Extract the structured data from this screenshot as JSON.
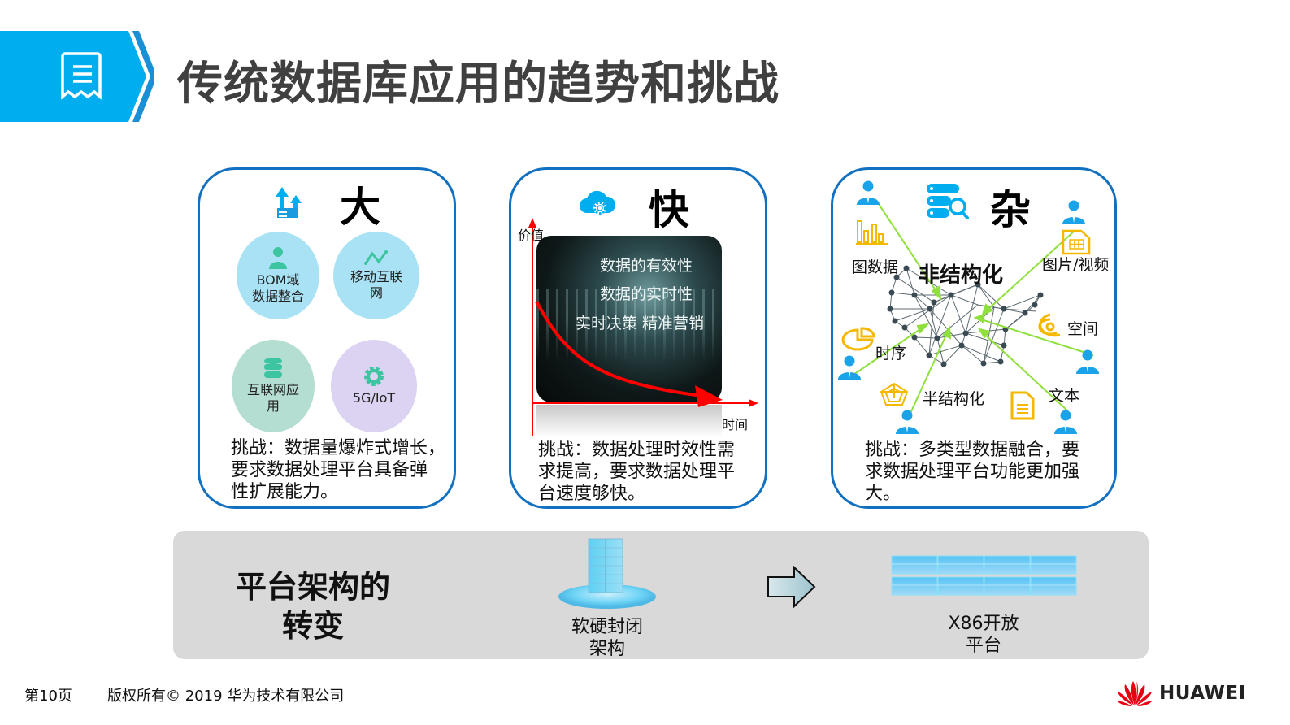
{
  "header": {
    "title": "传统数据库应用的趋势和挑战",
    "icon": "document-list-icon",
    "banner_color": "#00AEEF"
  },
  "cards": {
    "big": {
      "title": "大",
      "title_icon": "growth-chart-arrows-icon",
      "items": [
        {
          "label": "BOM域\n数据整合",
          "line1": "BOM域",
          "line2": "数据整合",
          "icon": "person-icon",
          "color": "#A8E2F4"
        },
        {
          "label": "移动互联网",
          "line1": "移动互联",
          "line2": "网",
          "icon": "trend-line-icon",
          "color": "#A8E2F4"
        },
        {
          "label": "互联网应用",
          "line1": "互联网应",
          "line2": "用",
          "icon": "database-icon",
          "color": "#B4DED2"
        },
        {
          "label": "5G/IoT",
          "line1": "5G/IoT",
          "line2": "",
          "icon": "gear-icon",
          "color": "#DCD2F2"
        }
      ],
      "challenge": "挑战：数据量爆炸式增长，要求数据处理平台具备弹性扩展能力。",
      "challenge_lines": [
        "挑战：数据量爆炸式增长，",
        "要求数据处理平台具备弹",
        "性扩展能力。"
      ]
    },
    "fast": {
      "title": "快",
      "title_icon": "cloud-gear-icon",
      "y_axis_label": "价值",
      "x_axis_label": "时间",
      "image_text": [
        "数据的有效性",
        "数据的实时性",
        "实时决策   精准营销"
      ],
      "challenge": "挑战：数据处理时效性需求提高，要求数据处理平台速度够快。",
      "challenge_lines": [
        "挑战：数据处理时效性需",
        "求提高，要求数据处理平",
        "台速度够快。"
      ]
    },
    "complex": {
      "title": "杂",
      "title_icon": "server-search-icon",
      "center_label": "非结构化",
      "data_types": [
        "图数据",
        "图片/视频",
        "空间",
        "时序",
        "半结构化",
        "文本"
      ],
      "challenge": "挑战：多类型数据融合，要求数据处理平台功能更加强大。",
      "challenge_lines": [
        "挑战：多类型数据融合，要",
        "求数据处理平台功能更加强",
        "大。"
      ]
    }
  },
  "architecture": {
    "title_lines": [
      "平台架构的",
      "转变"
    ],
    "from_lines": [
      "软硬封闭",
      "架构"
    ],
    "to_lines": [
      "X86开放",
      "平台"
    ],
    "arrow_icon": "right-arrow-icon"
  },
  "footer": {
    "page": "第10页",
    "copyright": "版权所有© 2019 华为技术有限公司",
    "logo_text": "HUAWEI",
    "logo_color": "#E60012"
  }
}
